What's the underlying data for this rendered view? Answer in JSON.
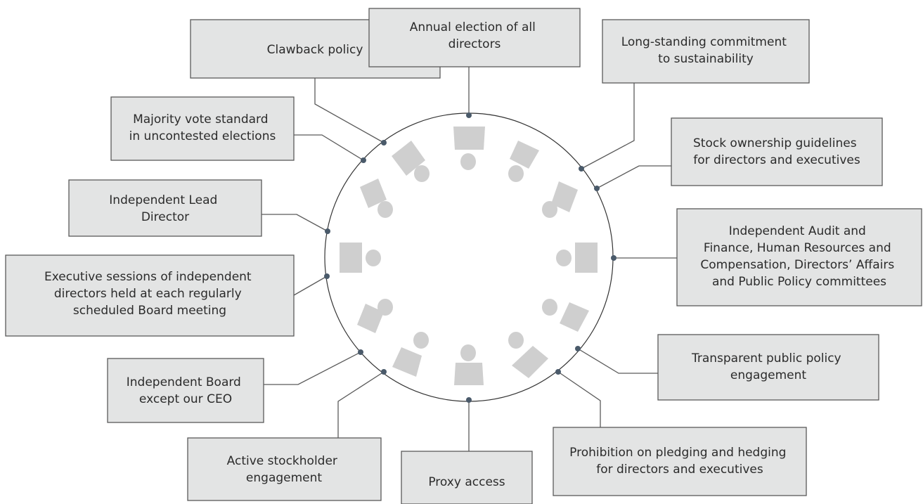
{
  "boxes": [
    {
      "id": "clawback-policy",
      "lines": [
        "Clawback policy"
      ]
    },
    {
      "id": "annual-election",
      "lines": [
        "Annual election of all",
        "directors"
      ]
    },
    {
      "id": "sustainability",
      "lines": [
        "Long-standing commitment",
        "to sustainability"
      ]
    },
    {
      "id": "majority-vote",
      "lines": [
        "Majority vote standard",
        "in uncontested elections"
      ]
    },
    {
      "id": "stock-ownership",
      "lines": [
        "Stock ownership guidelines",
        "for directors and executives"
      ]
    },
    {
      "id": "lead-director",
      "lines": [
        "Independent Lead",
        "Director"
      ]
    },
    {
      "id": "committees",
      "lines": [
        "Independent Audit and",
        "Finance, Human Resources and",
        "Compensation, Directors’ Affairs",
        "and Public Policy committees"
      ]
    },
    {
      "id": "executive-sessions",
      "lines": [
        "Executive sessions of independent",
        "directors held at each regularly",
        "scheduled Board meeting"
      ]
    },
    {
      "id": "public-policy",
      "lines": [
        "Transparent public policy",
        "engagement"
      ]
    },
    {
      "id": "independent-board",
      "lines": [
        "Independent Board",
        "except our CEO"
      ]
    },
    {
      "id": "pledging-hedging",
      "lines": [
        "Prohibition on pledging and hedging",
        "for directors and executives"
      ]
    },
    {
      "id": "stockholder-engagement",
      "lines": [
        "Active stockholder",
        "engagement"
      ]
    },
    {
      "id": "proxy-access",
      "lines": [
        "Proxy access"
      ]
    }
  ],
  "colors": {
    "box_fill": "#e3e4e4",
    "box_stroke": "#5a5a5a",
    "seat": "#cfcfcf",
    "dot": "#4a5a6a",
    "text": "#2b2b2b"
  }
}
